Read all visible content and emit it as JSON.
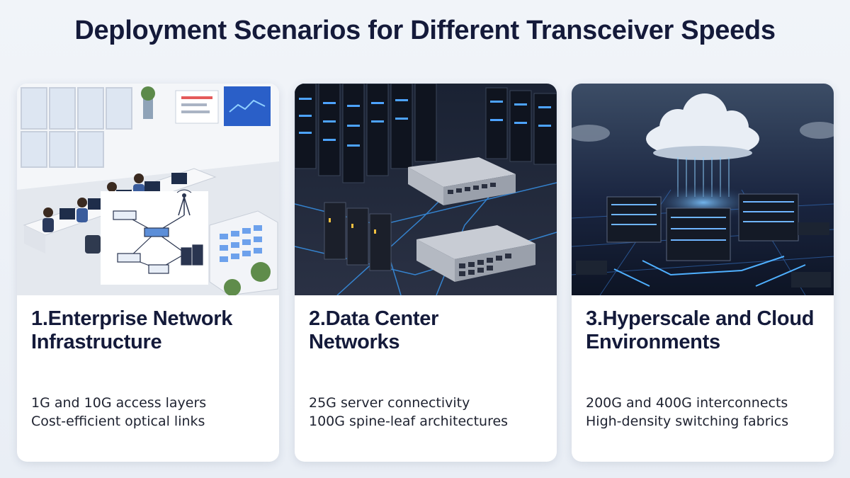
{
  "page": {
    "title": "Deployment Scenarios for Different Transceiver Speeds"
  },
  "colors": {
    "title": "#141a3a",
    "body_text": "#1e2230",
    "card_bg": "#ffffff",
    "page_bg": "#eef2f7",
    "accent_glow": "#3aa0ff"
  },
  "cards": [
    {
      "heading": [
        "1.Enterprise Network",
        "Infrastructure"
      ],
      "lines": [
        "1G and 10G access layers",
        "Cost-efficient optical links"
      ]
    },
    {
      "heading": [
        "2.Data Center",
        "Networks"
      ],
      "lines": [
        "25G server connectivity",
        "100G spine-leaf architectures"
      ]
    },
    {
      "heading": [
        "3.Hyperscale and Cloud",
        "Environments"
      ],
      "lines": [
        "200G and 400G interconnects",
        "High-density switching fabrics"
      ]
    }
  ],
  "icons": {
    "card1_image": "office-network-illustration",
    "card2_image": "data-center-switch-illustration",
    "card3_image": "cloud-datacenter-illustration"
  }
}
